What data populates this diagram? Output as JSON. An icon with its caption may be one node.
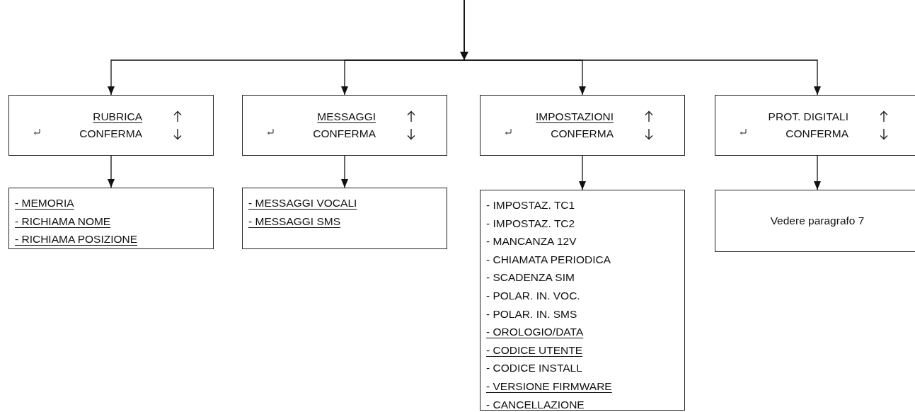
{
  "diagram": {
    "nodes": [
      {
        "text": [
          "RUBRICA",
          "CONFERMA"
        ]
      },
      {
        "text": [
          "MESSAGGI",
          "CONFERMA"
        ]
      },
      {
        "text": [
          "IMPOSTAZIONI",
          "CONFERMA"
        ]
      },
      {
        "text": [
          "PROT. DIGITALI",
          "CONFERMA"
        ]
      },
      {
        "text": [
          "- MEMORIA",
          "- RICHIAMA NOME",
          "- RICHIAMA POSIZIONE"
        ]
      },
      {
        "text": [
          "- MESSAGGI VOCALI",
          "- MESSAGGI SMS"
        ]
      },
      {
        "text": [
          "- IMPOSTAZ. TC1",
          "- IMPOSTAZ. TC2",
          "- MANCANZA 12V",
          "- CHIAMATA PERIODICA",
          "- SCADENZA SIM",
          "- POLAR. IN. VOC.",
          "- POLAR. IN. SMS",
          "- OROLOGIO/DATA",
          "- CODICE UTENTE",
          "- CODICE INSTALL",
          "- VERSIONE FIRMWARE",
          "- CANCELLAZIONE"
        ]
      },
      {
        "text": [
          "Vedere paragrafo 7"
        ]
      }
    ],
    "edges": [
      {
        "from": null,
        "to": 0,
        "arrow": "to"
      },
      {
        "from": null,
        "to": 1,
        "arrow": "to"
      },
      {
        "from": null,
        "to": 2,
        "arrow": "to"
      },
      {
        "from": null,
        "to": 3,
        "arrow": "to"
      },
      {
        "from": 0,
        "to": 4,
        "arrow": "to"
      },
      {
        "from": 1,
        "to": 5,
        "arrow": "to"
      },
      {
        "from": 2,
        "to": 6,
        "arrow": "to"
      },
      {
        "from": 3,
        "to": 7,
        "arrow": "to"
      }
    ]
  }
}
